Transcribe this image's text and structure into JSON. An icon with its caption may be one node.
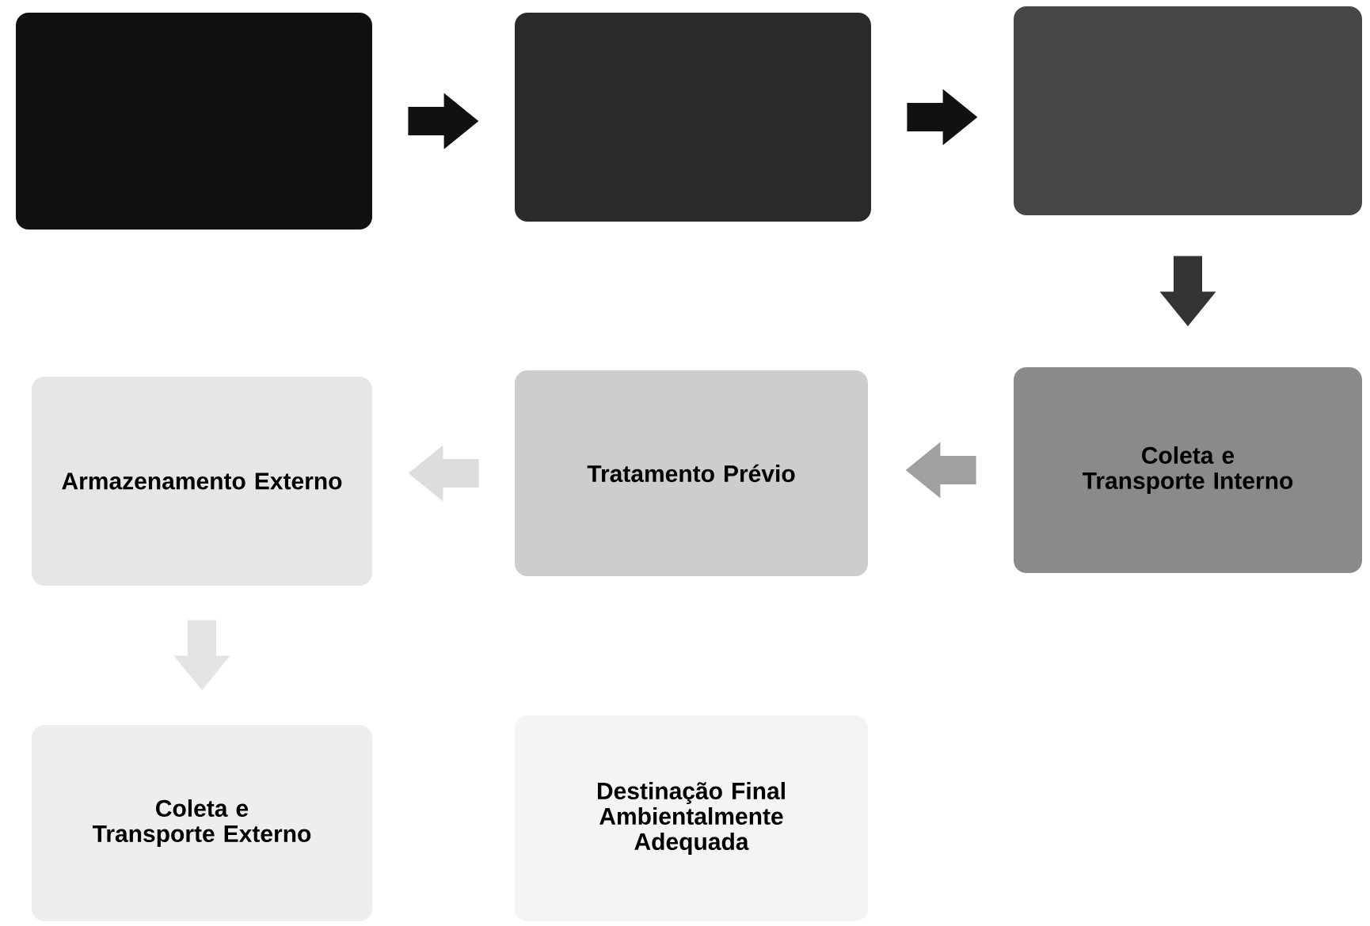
{
  "diagram": {
    "nodes": [
      {
        "text": [],
        "shape": "box"
      },
      {
        "text": [],
        "shape": "box"
      },
      {
        "text": [],
        "shape": "box"
      },
      {
        "text": [
          "Armazenamento Externo"
        ]
      },
      {
        "text": [
          "Tratamento Prévio"
        ]
      },
      {
        "text": [
          "Coleta e Transporte Interno"
        ]
      },
      {
        "text": [
          "Coleta e Transporte Externo"
        ]
      },
      {
        "text": [
          "Destinação Final Ambientalmente Adequada"
        ]
      }
    ],
    "edges": [
      {
        "from": 0,
        "to": 1,
        "arrow": "to"
      },
      {
        "from": 1,
        "to": 2,
        "arrow": "to"
      },
      {
        "from": 2,
        "to": 5,
        "arrow": "to",
        "color": "#333333"
      },
      {
        "from": 5,
        "to": 4,
        "arrow": "to",
        "color": "#a0a0a0"
      },
      {
        "from": 4,
        "to": 3,
        "arrow": "to",
        "color": "#dddddd"
      },
      {
        "from": 3,
        "to": 6,
        "arrow": "to",
        "color": "#e4e4e4"
      }
    ]
  }
}
